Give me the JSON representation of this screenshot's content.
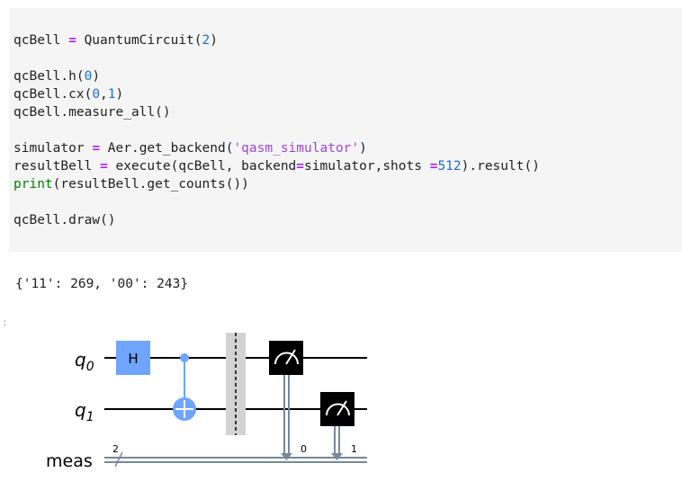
{
  "code": {
    "lines": [
      [
        {
          "t": "qcBell "
        },
        {
          "t": "=",
          "c": "op"
        },
        {
          "t": " QuantumCircuit("
        },
        {
          "t": "2",
          "c": "num"
        },
        {
          "t": ")"
        }
      ],
      [],
      [
        {
          "t": "qcBell.h("
        },
        {
          "t": "0",
          "c": "num"
        },
        {
          "t": ")"
        }
      ],
      [
        {
          "t": "qcBell.cx("
        },
        {
          "t": "0",
          "c": "num"
        },
        {
          "t": ","
        },
        {
          "t": "1",
          "c": "num"
        },
        {
          "t": ")"
        }
      ],
      [
        {
          "t": "qcBell.measure_all()"
        }
      ],
      [],
      [
        {
          "t": "simulator "
        },
        {
          "t": "=",
          "c": "op"
        },
        {
          "t": " Aer.get_backend("
        },
        {
          "t": "'qasm_simulator'",
          "c": "str"
        },
        {
          "t": ")"
        }
      ],
      [
        {
          "t": "resultBell "
        },
        {
          "t": "=",
          "c": "op"
        },
        {
          "t": " execute(qcBell, backend"
        },
        {
          "t": "=",
          "c": "op"
        },
        {
          "t": "simulator,shots "
        },
        {
          "t": "=",
          "c": "op"
        },
        {
          "t": "512",
          "c": "num"
        },
        {
          "t": ").result()"
        }
      ],
      [
        {
          "t": "print",
          "c": "builtin"
        },
        {
          "t": "(resultBell.get_counts())"
        }
      ],
      [],
      [
        {
          "t": "qcBell.draw()"
        }
      ]
    ]
  },
  "output": {
    "counts_text": "{'11': 269, '00': 243}",
    "marker": ":"
  },
  "circuit": {
    "qubits": [
      {
        "label_main": "q",
        "label_sub": "0"
      },
      {
        "label_main": "q",
        "label_sub": "1"
      }
    ],
    "classical_label": "meas",
    "classical_size": "2",
    "h_gate_label": "H",
    "measure_bits": [
      "0",
      "1"
    ],
    "colors": {
      "h_gate": "#6fa4ff",
      "cnot": "#6fa4ff",
      "barrier": "#d3d3d3",
      "measure": "#000000",
      "classical_wire": "#778899"
    }
  }
}
